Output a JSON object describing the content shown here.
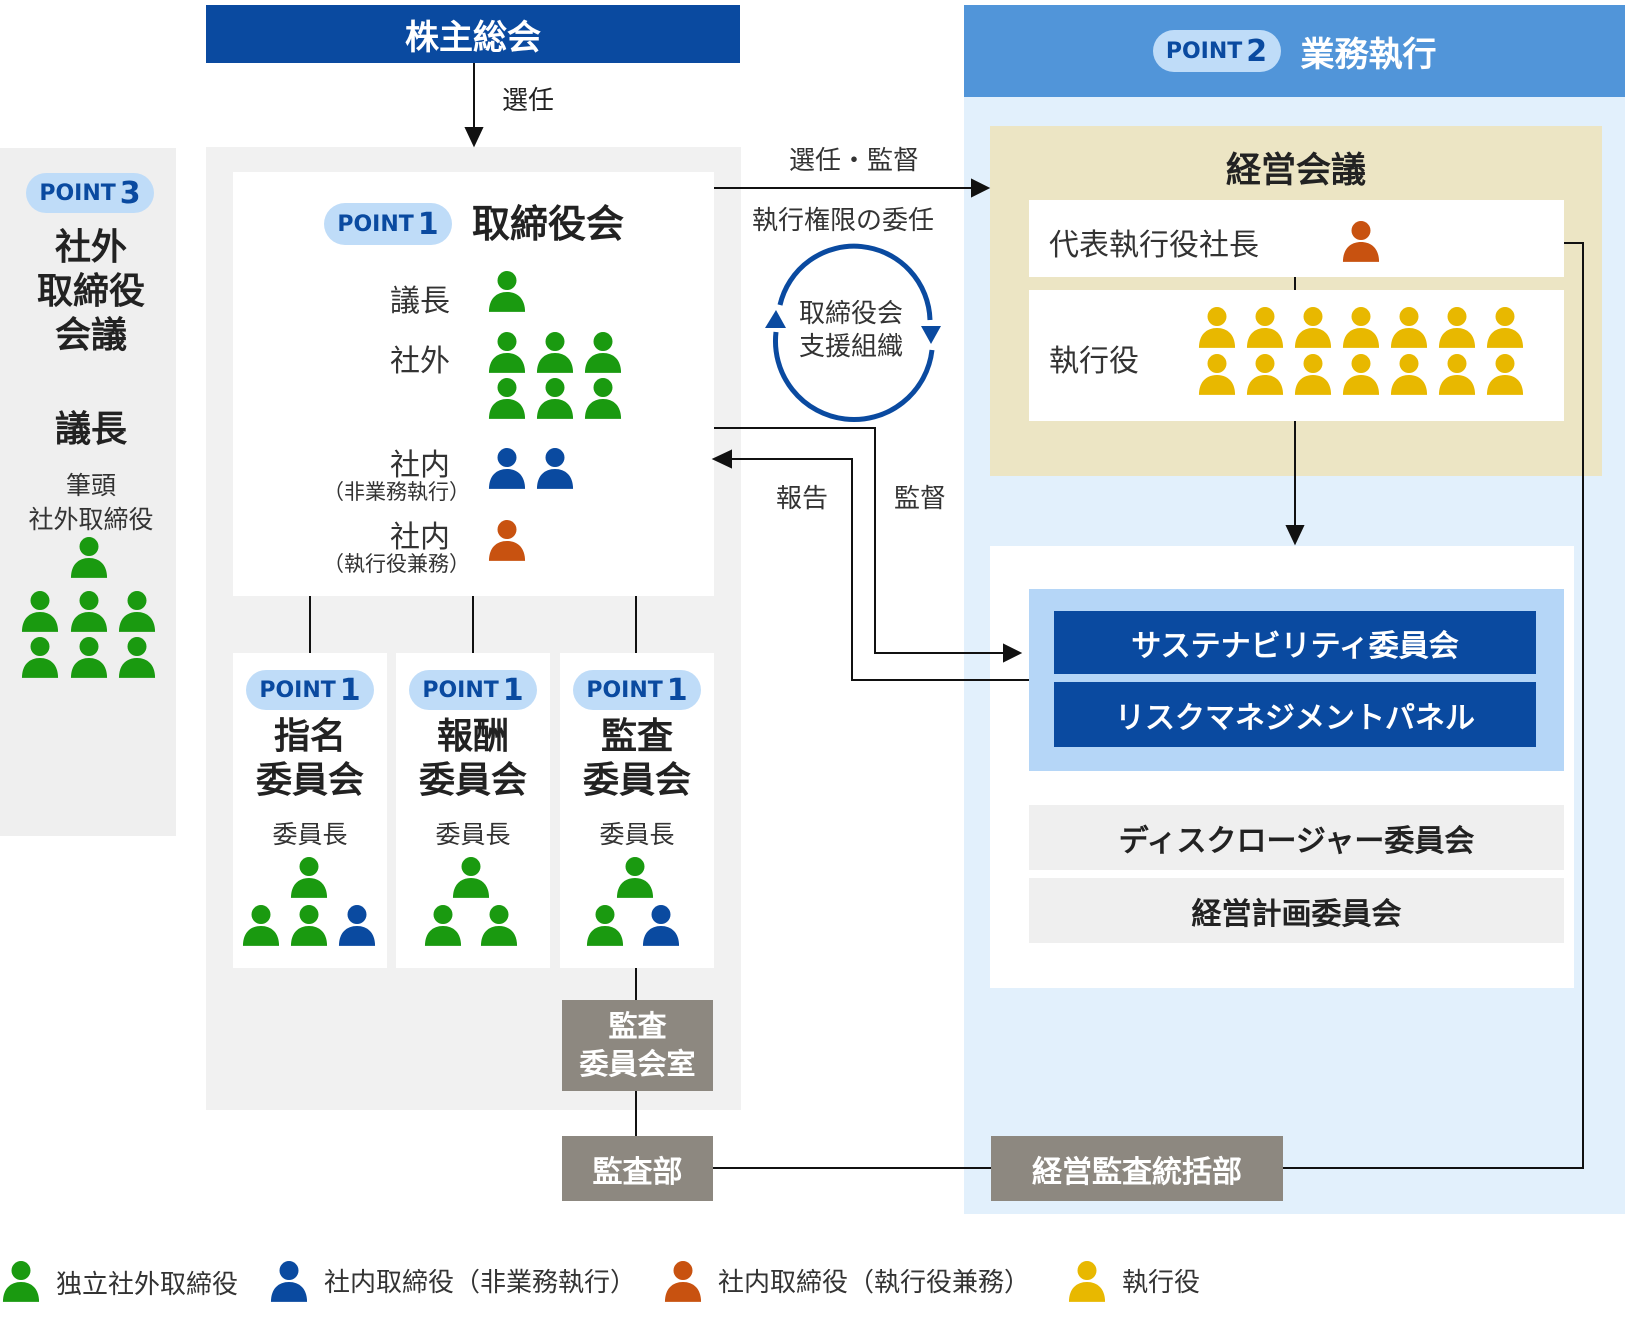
{
  "shareholders": {
    "label": "株主総会",
    "elect_label": "選任"
  },
  "board": {
    "point_word": "POINT",
    "point_num": "1",
    "title": "取締役会",
    "chair_label": "議長",
    "outside_label": "社外",
    "inside_label": "社内",
    "inside_sub": "（非業務執行）",
    "inside_exec_label": "社内",
    "inside_exec_sub": "（執行役兼務）"
  },
  "committees": [
    {
      "point_word": "POINT",
      "point_num": "1",
      "title_l1": "指名",
      "title_l2": "委員会",
      "chair": "委員長"
    },
    {
      "point_word": "POINT",
      "point_num": "1",
      "title_l1": "報酬",
      "title_l2": "委員会",
      "chair": "委員長"
    },
    {
      "point_word": "POINT",
      "point_num": "1",
      "title_l1": "監査",
      "title_l2": "委員会",
      "chair": "委員長"
    }
  ],
  "audit_office": {
    "line1": "監査",
    "line2": "委員会室"
  },
  "audit_dept": "監査部",
  "point3": {
    "point_word": "POINT",
    "point_num": "3",
    "title_l1": "社外",
    "title_l2": "取締役",
    "title_l3": "会議",
    "chair_label": "議長",
    "chair_sub_l1": "筆頭",
    "chair_sub_l2": "社外取締役"
  },
  "point2": {
    "point_word": "POINT",
    "point_num": "2",
    "title": "業務執行"
  },
  "management": {
    "title": "経営会議",
    "ceo_label": "代表執行役社長",
    "exec_label": "執行役"
  },
  "middle": {
    "elect_supervise": "選任・監督",
    "delegation": "執行権限の委任",
    "support_l1": "取締役会",
    "support_l2": "支援組織",
    "report": "報告",
    "supervise": "監督"
  },
  "exec_committees": {
    "sustainability": "サステナビリティ委員会",
    "risk": "リスクマネジメントパネル",
    "disclosure": "ディスクロージャー委員会",
    "planning": "経営計画委員会"
  },
  "mgmt_audit": "経営監査統括部",
  "legend": [
    {
      "label": "独立社外取締役",
      "color": "#1a9a10"
    },
    {
      "label": "社内取締役（非業務執行）",
      "color": "#0a4aa0"
    },
    {
      "label": "社内取締役（執行役兼務）",
      "color": "#c85210"
    },
    {
      "label": "執行役",
      "color": "#e8b800"
    }
  ],
  "colors": {
    "green": "#1a9a10",
    "blue": "#0a4aa0",
    "orange": "#c85210",
    "yellow": "#e8b800",
    "navy": "#0a4aa0"
  }
}
